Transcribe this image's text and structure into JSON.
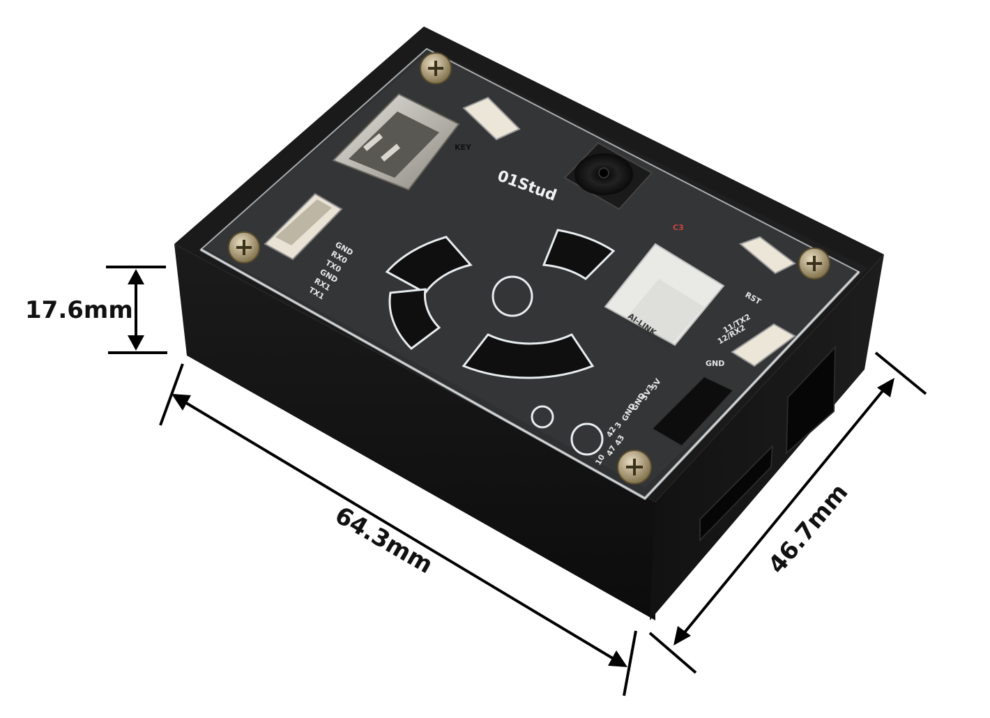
{
  "dimensions": {
    "height": "17.6mm",
    "length": "64.3mm",
    "width": "46.7mm"
  },
  "board_markings": {
    "brand": "01Stud",
    "key": "KEY",
    "rst": "RST",
    "c3": "C3",
    "uart_pins": [
      "GND",
      "RX0",
      "TX0",
      "GND",
      "RX1",
      "TX1"
    ],
    "uart2_pins": [
      "11/TX2",
      "12/RX2"
    ],
    "power_pins": [
      "5V",
      "3V3",
      "GND",
      "GND",
      "GND"
    ],
    "gpio_pins": [
      "3",
      "42",
      "43",
      "47",
      "10"
    ],
    "module": "AI-LINK"
  },
  "colors": {
    "case": "#151515",
    "pcb": "#1e1e1e",
    "acrylic": "#c8d0d4",
    "metal": "#b8b4ac",
    "screw": "#c9b27a",
    "line": "#000000"
  }
}
